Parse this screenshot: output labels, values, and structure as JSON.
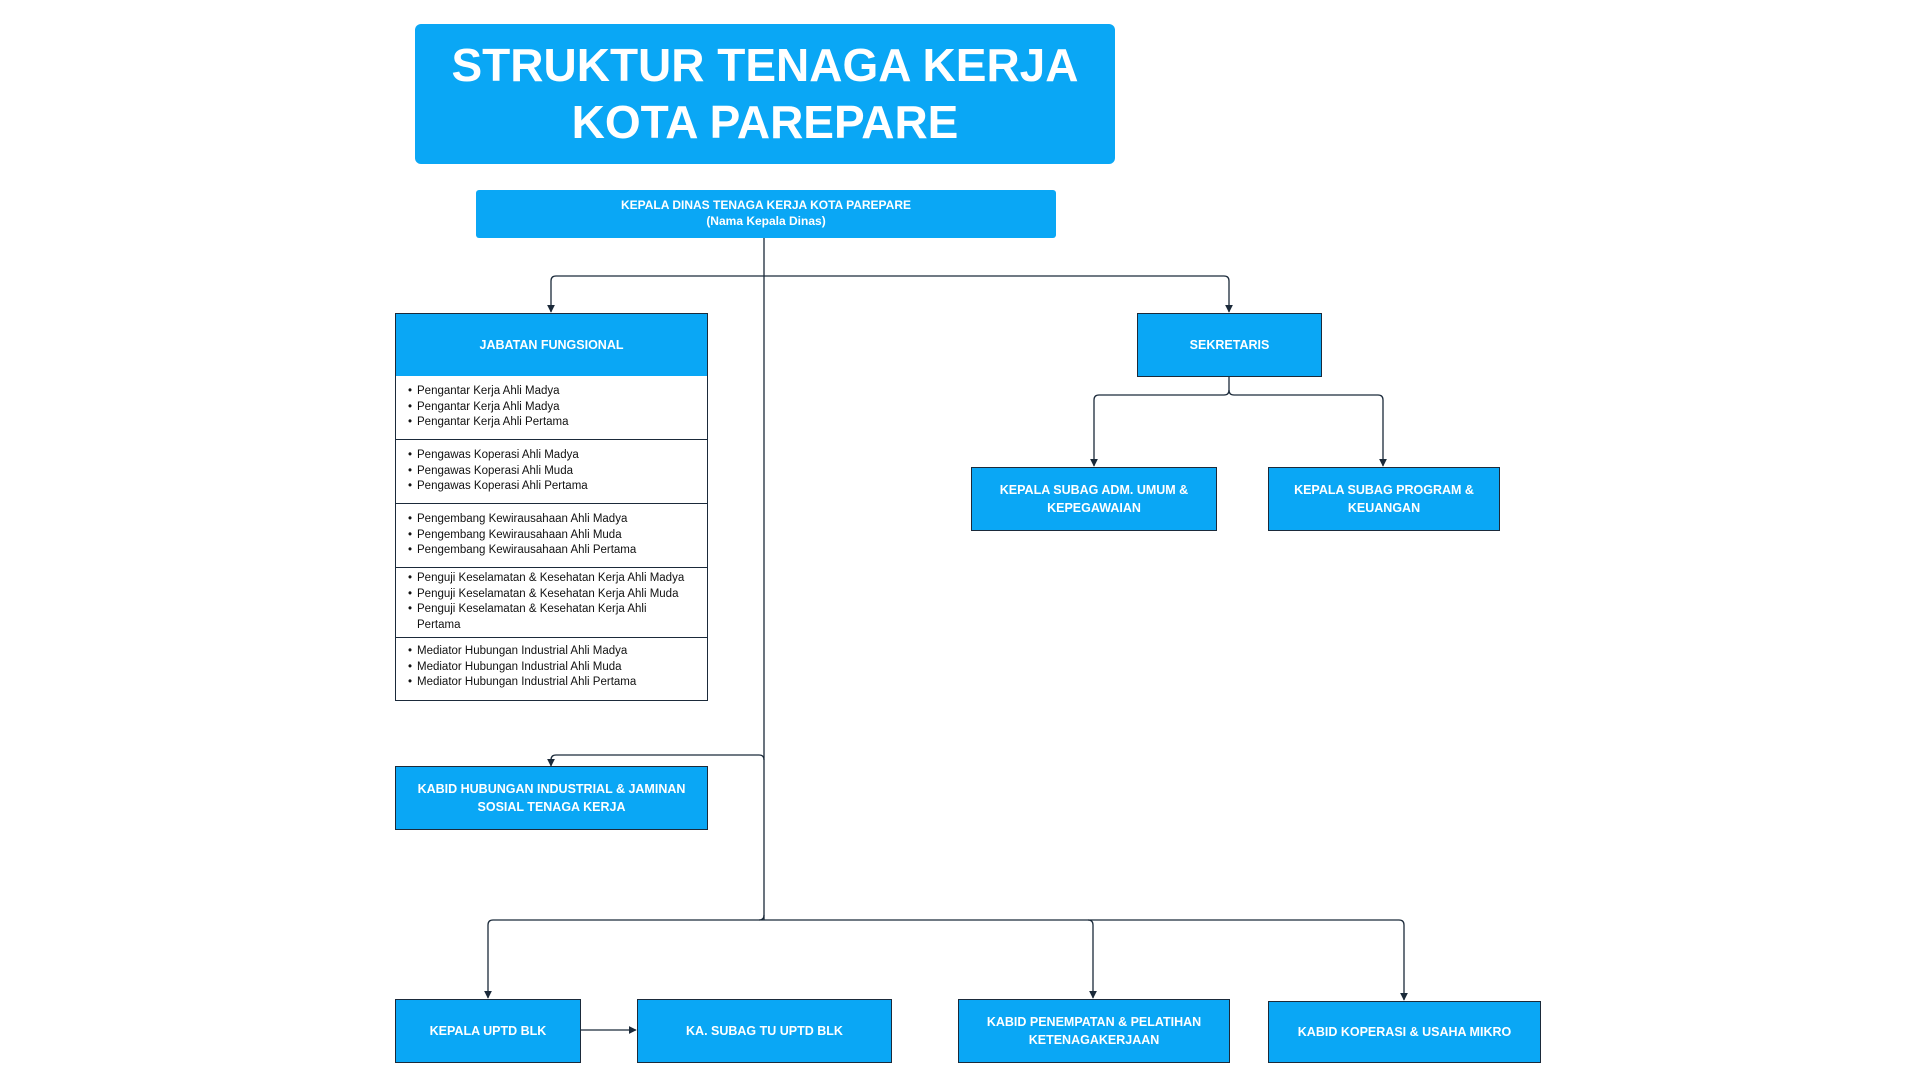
{
  "title": {
    "line1": "STRUKTUR TENAGA KERJA",
    "line2": "KOTA PAREPARE"
  },
  "kepala_dinas": {
    "line1": "KEPALA DINAS TENAGA KERJA KOTA PAREPARE",
    "line2": "(Nama Kepala Dinas)"
  },
  "jabatan_fungsional": {
    "label": "JABATAN FUNGSIONAL",
    "groups": [
      [
        "Pengantar Kerja Ahli Madya",
        "Pengantar Kerja Ahli Madya",
        "Pengantar Kerja Ahli Pertama"
      ],
      [
        "Pengawas Koperasi Ahli Madya",
        "Pengawas Koperasi Ahli Muda",
        "Pengawas Koperasi Ahli Pertama"
      ],
      [
        "Pengembang Kewirausahaan Ahli Madya",
        "Pengembang Kewirausahaan Ahli Muda",
        "Pengembang Kewirausahaan Ahli Pertama"
      ],
      [
        "Penguji Keselamatan & Kesehatan Kerja Ahli Madya",
        "Penguji Keselamatan & Kesehatan Kerja Ahli Muda",
        "Penguji Keselamatan & Kesehatan Kerja Ahli Pertama"
      ],
      [
        "Mediator Hubungan Industrial Ahli Madya",
        "Mediator Hubungan Industrial Ahli Muda",
        "Mediator Hubungan Industrial Ahli Pertama"
      ]
    ]
  },
  "sekretaris": {
    "label": "SEKRETARIS"
  },
  "subag_umum": {
    "line1": "KEPALA SUBAG ADM. UMUM &",
    "line2": "KEPEGAWAIAN"
  },
  "subag_program": {
    "line1": "KEPALA SUBAG PROGRAM &",
    "line2": "KEUANGAN"
  },
  "kabid_hubungan": {
    "line1": "KABID HUBUNGAN INDUSTRIAL & JAMINAN",
    "line2": "SOSIAL TENAGA KERJA"
  },
  "kepala_uptd": {
    "label": "KEPALA UPTD BLK"
  },
  "subag_tu": {
    "label": "KA. SUBAG TU UPTD BLK"
  },
  "kabid_penempatan": {
    "line1": "KABID PENEMPATAN & PELATIHAN",
    "line2": "KETENAGAKERJAAN"
  },
  "kabid_koperasi": {
    "label": "KABID KOPERASI & USAHA MIKRO"
  },
  "colors": {
    "accent": "#0aa7f5",
    "line": "#1b2a3a"
  }
}
